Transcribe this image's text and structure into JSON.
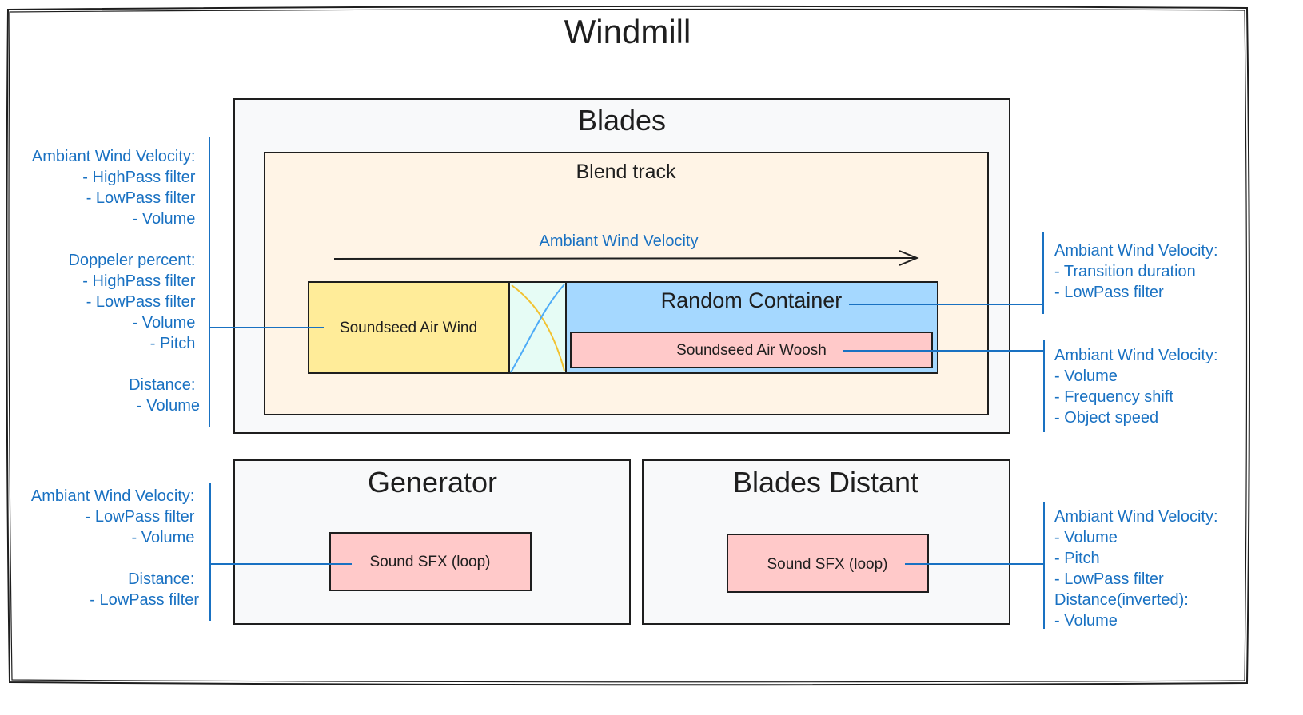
{
  "title": "Windmill",
  "blades": {
    "title": "Blades",
    "blend_track": {
      "title": "Blend track",
      "axis_label": "Ambiant Wind Velocity",
      "soundseed_air_wind": "Soundseed Air Wind",
      "random_container": {
        "title": "Random Container",
        "soundseed_air_woosh": "Soundseed Air Woosh"
      }
    }
  },
  "generator": {
    "title": "Generator",
    "sound": "Sound SFX (loop)"
  },
  "blades_distant": {
    "title": "Blades Distant",
    "sound": "Sound SFX (loop)"
  },
  "annotations": {
    "blades_left": [
      "Ambiant Wind Velocity:",
      "- HighPass filter",
      "- LowPass filter",
      "- Volume",
      "",
      "Doppeler percent:",
      "- HighPass filter",
      "- LowPass filter",
      "- Volume",
      "- Pitch",
      "",
      "Distance:",
      "- Volume"
    ],
    "random_container_right": [
      "Ambiant Wind Velocity:",
      "- Transition duration",
      "- LowPass filter"
    ],
    "woosh_right": [
      "Ambiant Wind Velocity:",
      "- Volume",
      "- Frequency shift",
      "- Object speed"
    ],
    "generator_left": [
      "Ambiant Wind Velocity:",
      "- LowPass filter",
      "- Volume",
      "",
      "Distance:",
      "- LowPass filter"
    ],
    "distant_right": [
      "Ambiant Wind Velocity:",
      "- Volume",
      "- Pitch",
      "- LowPass filter",
      "Distance(inverted):",
      "- Volume"
    ]
  },
  "colors": {
    "stroke": "#1e1e1e",
    "annotation": "#1971c2",
    "panel_fill": "#f8f9fa",
    "blend_fill": "#fff4e6",
    "wind_fill": "#ffec99",
    "crossfade_fill": "#e6fcf5",
    "crossfade_curve_a": "#f2c231",
    "crossfade_curve_b": "#4dabf7",
    "random_fill": "#a5d8ff",
    "sound_fill": "#ffc9c9"
  }
}
